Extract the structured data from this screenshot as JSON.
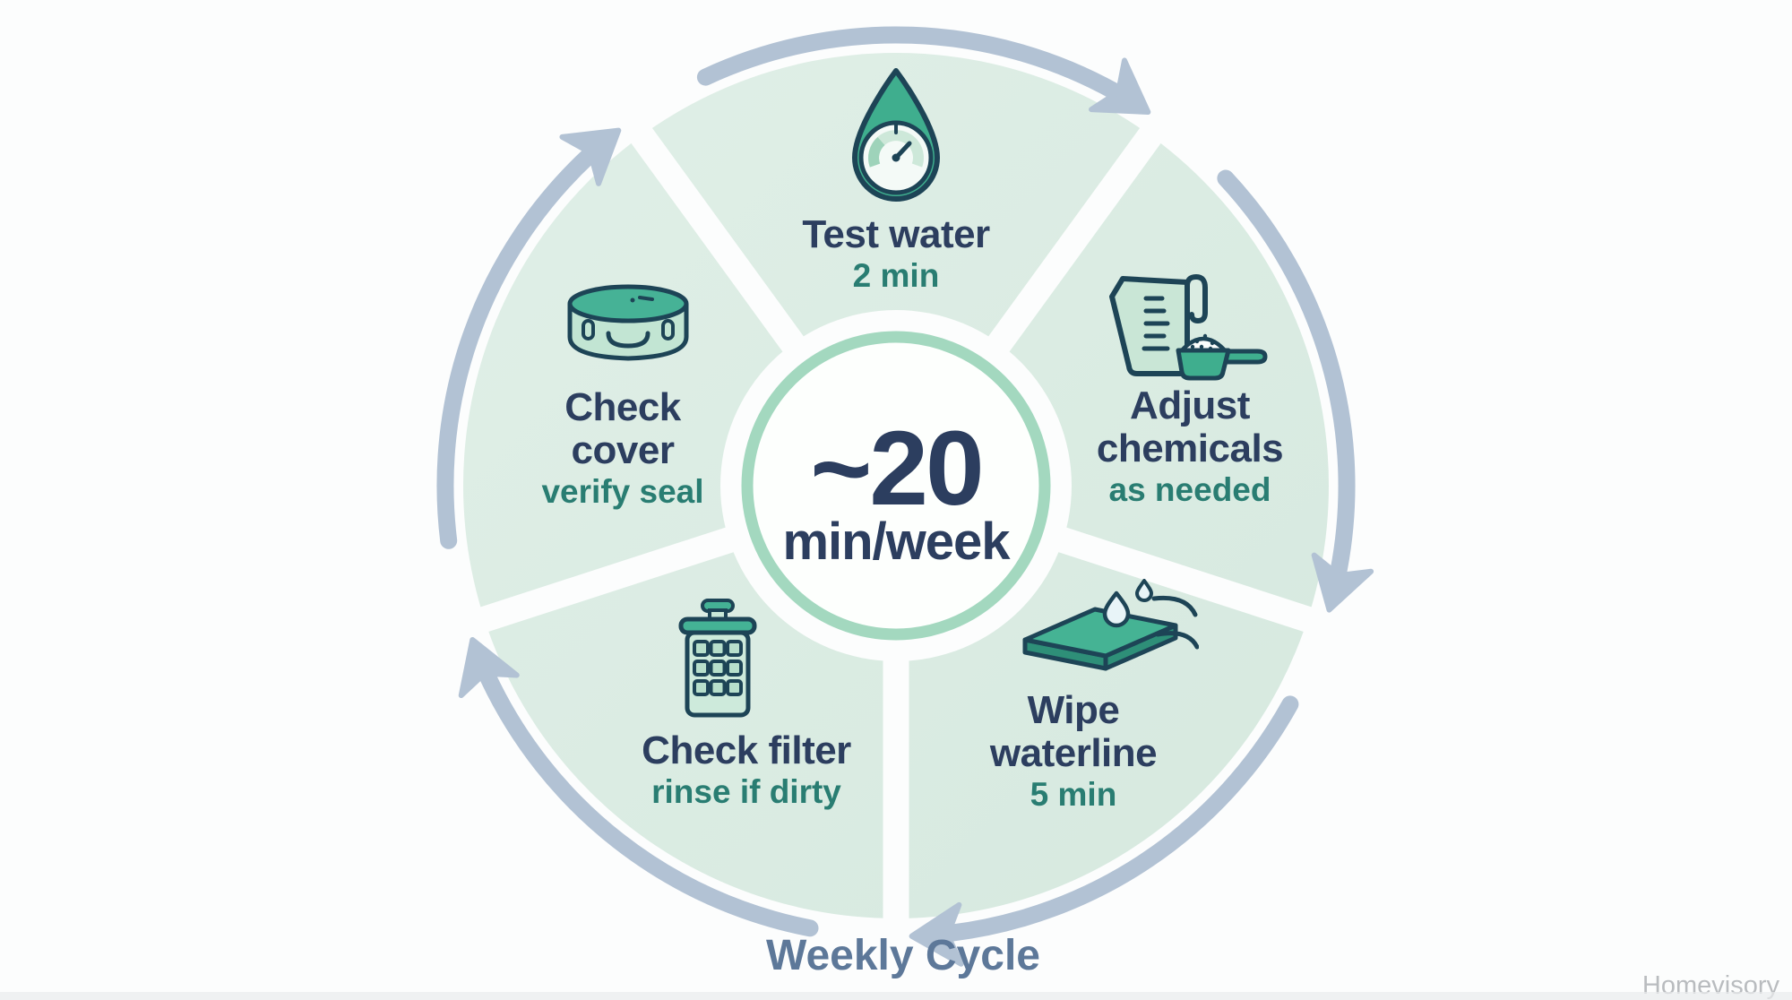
{
  "infographic": {
    "center": {
      "value": "~20",
      "unit": "min/week"
    },
    "caption": "Weekly Cycle",
    "watermark": "Homevisory",
    "segments": [
      {
        "label": "Test water",
        "sublabel": "2 min",
        "icon": "water-test-gauge-drop-icon"
      },
      {
        "label": "Adjust chemicals",
        "sublabel": "as needed",
        "icon": "measuring-jug-scoop-icon"
      },
      {
        "label": "Wipe waterline",
        "sublabel": "5 min",
        "icon": "towel-water-drops-icon"
      },
      {
        "label": "Check filter",
        "sublabel": "rinse if dirty",
        "icon": "filter-basket-icon"
      },
      {
        "label": "Check cover",
        "sublabel": "verify seal",
        "icon": "pool-cover-icon"
      }
    ],
    "colors": {
      "segment_fill": "#dbece3",
      "center_ring": "#a3d8bf",
      "arrow": "#b2c2d4",
      "label_navy": "#2c3e5f",
      "sublabel_teal": "#297d72",
      "caption_slate": "#5d7899",
      "icon_green": "#3fae8e",
      "icon_outline": "#1d4456",
      "watermark_gray": "#b9bcbf"
    }
  }
}
